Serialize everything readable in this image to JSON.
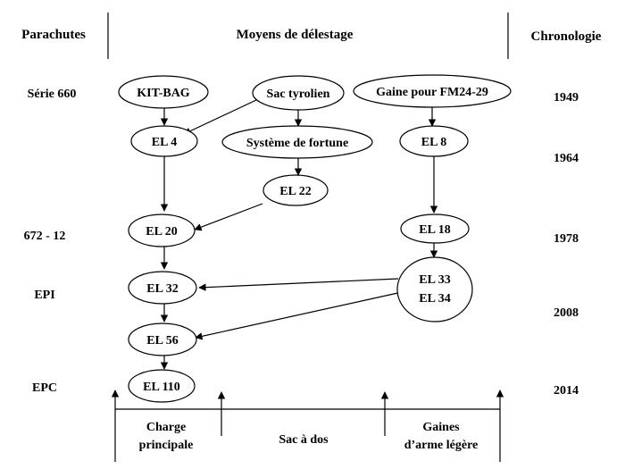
{
  "headers": {
    "parachutes": "Parachutes",
    "moyens": "Moyens de délestage",
    "chronologie": "Chronologie"
  },
  "parachutes": {
    "serie660": "Série 660",
    "p67212": "672 - 12",
    "epi": "EPI",
    "epc": "EPC"
  },
  "years": {
    "y1949": "1949",
    "y1964": "1964",
    "y1978": "1978",
    "y2008": "2008",
    "y2014": "2014"
  },
  "nodes": {
    "kitbag": "KIT-BAG",
    "sac_tyrolien": "Sac tyrolien",
    "gaine_fm": "Gaine pour FM24-29",
    "el4": "EL 4",
    "systeme_fortune": "Système de fortune",
    "el8": "EL 8",
    "el22": "EL 22",
    "el20": "EL 20",
    "el18": "EL 18",
    "el32": "EL 32",
    "el33": "EL 33",
    "el34": "EL 34",
    "el56": "EL 56",
    "el110": "EL 110"
  },
  "categories": {
    "charge_line1": "Charge",
    "charge_line2": "principale",
    "sac_a_dos": "Sac à dos",
    "gaines_line1": "Gaines",
    "gaines_line2": "d’arme légère"
  }
}
